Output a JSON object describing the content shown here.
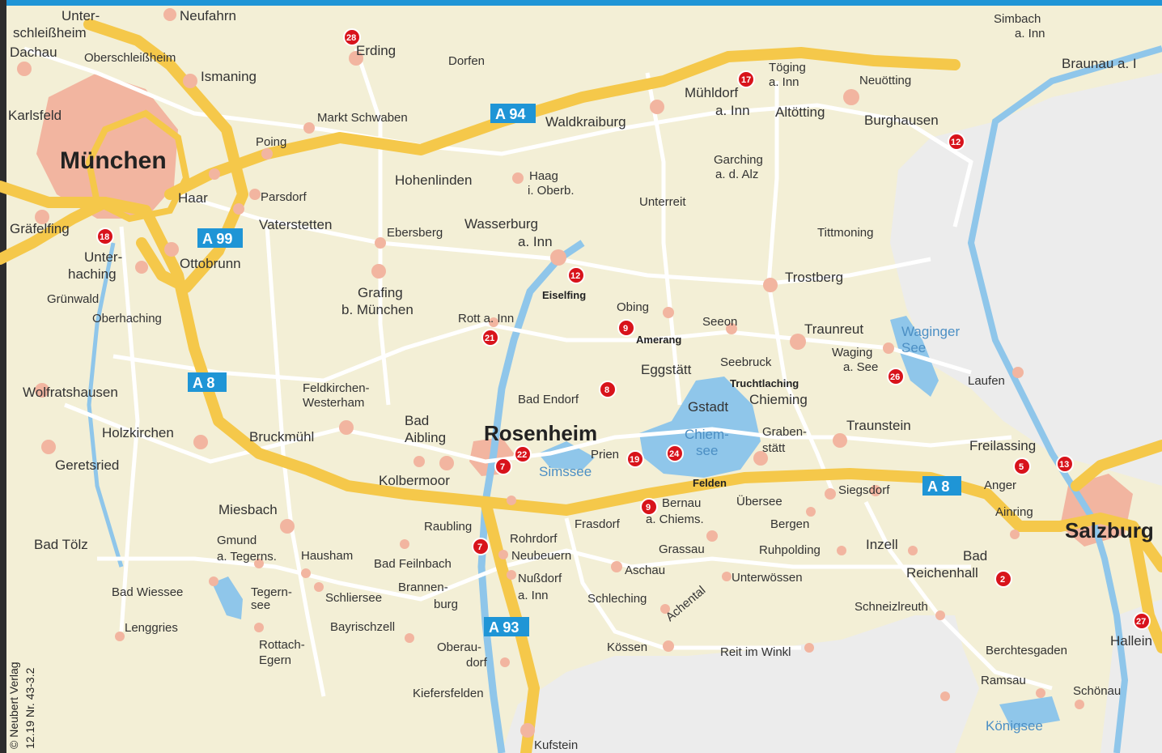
{
  "colors": {
    "land": "#f3efd6",
    "alpine": "#ececec",
    "highway": "#f5c84a",
    "road": "#ffffff",
    "water": "#8fc6ea",
    "urban": "#f2b5a0",
    "poi": "#d8131b",
    "sign": "#1f95d6",
    "top_bar": "#1f95d6"
  },
  "cities": [
    {
      "id": "muenchen",
      "label": "München"
    },
    {
      "id": "rosenheim",
      "label": "Rosenheim"
    },
    {
      "id": "salzburg",
      "label": "Salzburg"
    }
  ],
  "places": {
    "unterschleissheim": [
      "Unter-",
      "schleißheim"
    ],
    "neufahrn": "Neufahrn",
    "dachau": "Dachau",
    "oberschleissheim": "Oberschleißheim",
    "ismaning": "Ismaning",
    "karlsfeld": "Karlsfeld",
    "erding": "Erding",
    "dorfen": "Dorfen",
    "markt_schwaben": "Markt Schwaben",
    "poing": "Poing",
    "waldkraiburg": "Waldkraiburg",
    "muehldorf": [
      "Mühldorf",
      "a. Inn"
    ],
    "toeging": [
      "Töging",
      "a. Inn"
    ],
    "neuoetting": "Neuötting",
    "altoetting": "Altötting",
    "burghausen": "Burghausen",
    "simbach": [
      "Simbach",
      "a. Inn"
    ],
    "braunau": "Braunau a. I",
    "hohenlinden": "Hohenlinden",
    "haag": [
      "Haag",
      "i. Oberb."
    ],
    "garching": [
      "Garching",
      "a. d. Alz"
    ],
    "unterreit": "Unterreit",
    "haar": "Haar",
    "parsdorf": "Parsdorf",
    "vaterstetten": "Vaterstetten",
    "ebersberg": "Ebersberg",
    "wasserburg": [
      "Wasserburg",
      "a. Inn"
    ],
    "graefelfing": "Gräfelfing",
    "unterhaching": [
      "Unter-",
      "haching"
    ],
    "ottobrunn": "Ottobrunn",
    "tittmoning": "Tittmoning",
    "trostberg": "Trostberg",
    "gruenwald": "Grünwald",
    "oberhaching": "Oberhaching",
    "grafing": [
      "Grafing",
      "b. München"
    ],
    "eiselfing": "Eiselfing",
    "obing": "Obing",
    "seeon": "Seeon",
    "traunreut": "Traunreut",
    "rott": "Rott a. Inn",
    "amerang": "Amerang",
    "waging": [
      "Waging",
      "a. See"
    ],
    "seebruck": "Seebruck",
    "eggstaett": "Eggstätt",
    "truchtlaching": "Truchtlaching",
    "wolfratshausen": "Wolfratshausen",
    "feldkirchen": [
      "Feldkirchen-",
      "Westerham"
    ],
    "bad_endorf": "Bad Endorf",
    "gstadt": "Gstadt",
    "chieming": "Chieming",
    "laufen": "Laufen",
    "holzkirchen": "Holzkirchen",
    "bruckmuehl": "Bruckmühl",
    "bad_aibling": [
      "Bad",
      "Aibling"
    ],
    "grabenstaett": [
      "Graben-",
      "stätt"
    ],
    "traunstein": "Traunstein",
    "freilassing": "Freilassing",
    "geretsried": "Geretsried",
    "prien": "Prien",
    "kolbermoor": "Kolbermoor",
    "felden": "Felden",
    "siegsdorf": "Siegsdorf",
    "anger": "Anger",
    "ainring": "Ainring",
    "miesbach": "Miesbach",
    "bernau": [
      "Bernau",
      "a. Chiems."
    ],
    "uebersee": "Übersee",
    "raubling": "Raubling",
    "frasdorf": "Frasdorf",
    "bergen": "Bergen",
    "gmund": [
      "Gmund",
      "a. Tegerns."
    ],
    "rohrdorf": "Rohrdorf",
    "neubeuern": "Neubeuern",
    "grassau": "Grassau",
    "ruhpolding": "Ruhpolding",
    "inzell": "Inzell",
    "bad_reichenhall": [
      "Bad",
      "Reichenhall"
    ],
    "bad_toelz": "Bad Tölz",
    "hausham": "Hausham",
    "bad_feilnbach": "Bad Feilnbach",
    "aschau": "Aschau",
    "bad_wiessee": "Bad Wiessee",
    "tegernsee": [
      "Tegern-",
      "see"
    ],
    "schliersee": "Schliersee",
    "brannenburg": [
      "Brannen-",
      "burg"
    ],
    "nussdorf": [
      "Nußdorf",
      "a. Inn"
    ],
    "unterwoessen": "Unterwössen",
    "schleching": "Schleching",
    "schneizlreuth": "Schneizlreuth",
    "achental": "Achental",
    "lenggries": "Lenggries",
    "bayrischzell": "Bayrischzell",
    "rottach": [
      "Rottach-",
      "Egern"
    ],
    "oberaudorf": [
      "Oberau-",
      "dorf"
    ],
    "koessen": "Kössen",
    "reit_im_winkl": "Reit im Winkl",
    "berchtesgaden": "Berchtesgaden",
    "hallein": "Hallein",
    "ramsau": "Ramsau",
    "schoenau": "Schönau",
    "kiefersfelden": "Kiefersfelden",
    "kufstein": "Kufstein"
  },
  "lakes": {
    "chiemsee": [
      "Chiem-",
      "see"
    ],
    "simssee": "Simssee",
    "waginger_see": [
      "Waginger",
      "See"
    ],
    "koenigsee": "Königsee"
  },
  "highways": [
    "A 94",
    "A 99",
    "A 8",
    "A 93",
    "A 8"
  ],
  "pois": [
    "28",
    "17",
    "12",
    "18",
    "12",
    "9",
    "21",
    "8",
    "26",
    "22",
    "7",
    "19",
    "24",
    "5",
    "13",
    "9",
    "7",
    "2",
    "27"
  ],
  "copyright": [
    "© Neubert Verlag",
    "12.19 Nr. 43-3.2"
  ]
}
